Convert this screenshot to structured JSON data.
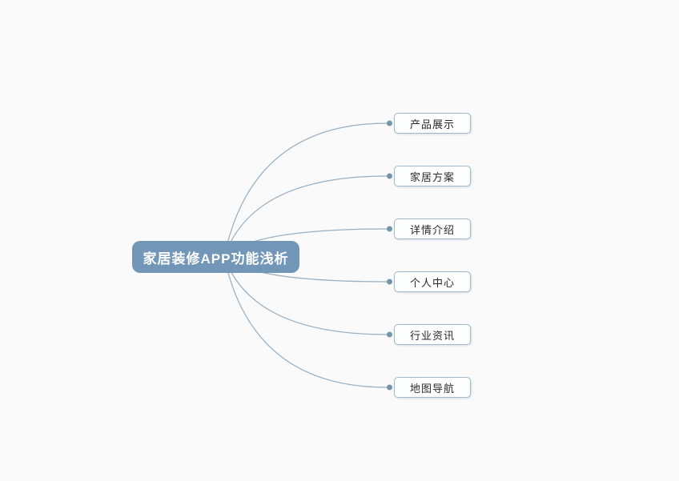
{
  "mindmap": {
    "root": {
      "label": "家居装修APP功能浅析"
    },
    "children": [
      {
        "label": "产品展示"
      },
      {
        "label": "家居方案"
      },
      {
        "label": "详情介绍"
      },
      {
        "label": "个人中心"
      },
      {
        "label": "行业资讯"
      },
      {
        "label": "地图导航"
      }
    ],
    "colors": {
      "background": "#fafafa",
      "root_fill": "#7296b7",
      "root_text": "#ffffff",
      "child_border": "#a3b9ca",
      "child_fill": "#fdfefe",
      "child_text": "#2a2a2a",
      "connector": "#96aec2",
      "dot": "#7595ad"
    }
  }
}
